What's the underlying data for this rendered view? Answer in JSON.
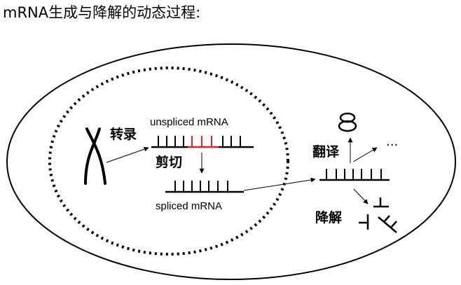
{
  "title": "mRNA生成与降解的动态过程:",
  "labels": {
    "transcription": "转录",
    "splicing": "剪切",
    "translation": "翻译",
    "degradation": "降解",
    "unspliced": "unspliced mRNA",
    "spliced": "spliced mRNA",
    "ellipsis": "···"
  },
  "colors": {
    "line": "#000000",
    "intron": "#e8202a",
    "background": "#ffffff"
  }
}
